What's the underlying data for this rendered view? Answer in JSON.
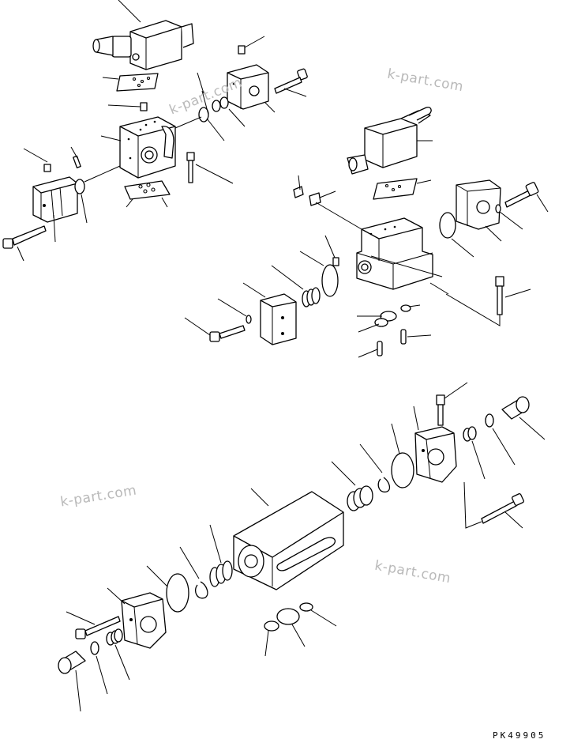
{
  "watermarks": [
    "k-part.com",
    "k-part.com",
    "k-part.com",
    "k-part.com"
  ],
  "drawing_code": "PK49905"
}
